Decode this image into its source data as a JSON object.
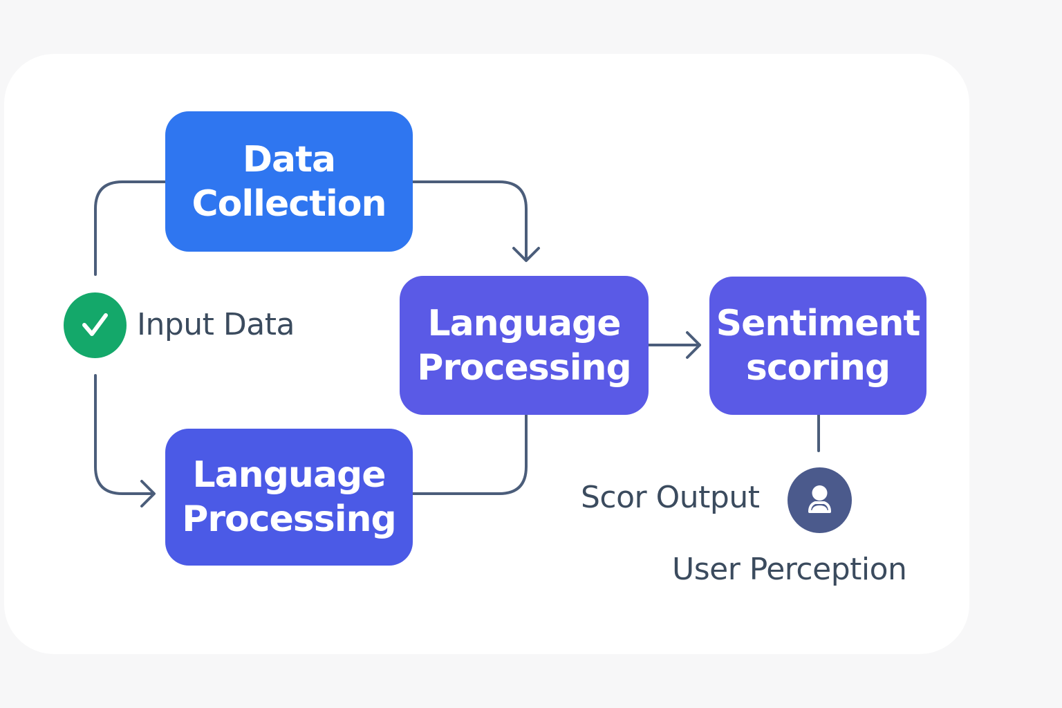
{
  "diagram": {
    "nodes": {
      "data_collection": {
        "lines": [
          "Data",
          "Collection"
        ],
        "color": "#2f76f0"
      },
      "language_processing_main": {
        "lines": [
          "Language",
          "Processing"
        ],
        "color": "#5a5ae6"
      },
      "language_processing_lower": {
        "lines": [
          "Language",
          "Processing"
        ],
        "color": "#4b5ae6"
      },
      "sentiment_scoring": {
        "lines": [
          "Sentiment",
          "scoring"
        ],
        "color": "#5a5ae6"
      }
    },
    "labels": {
      "input_data": "Input Data",
      "score_output": "Scor Output",
      "user_perception": "User Perception"
    },
    "icons": {
      "input": "check-icon",
      "user": "user-icon"
    },
    "colors": {
      "connector": "#4b5d7a",
      "check_badge": "#14a86a",
      "user_badge": "#4b5a8c",
      "label_text": "#3b4b5e"
    }
  }
}
